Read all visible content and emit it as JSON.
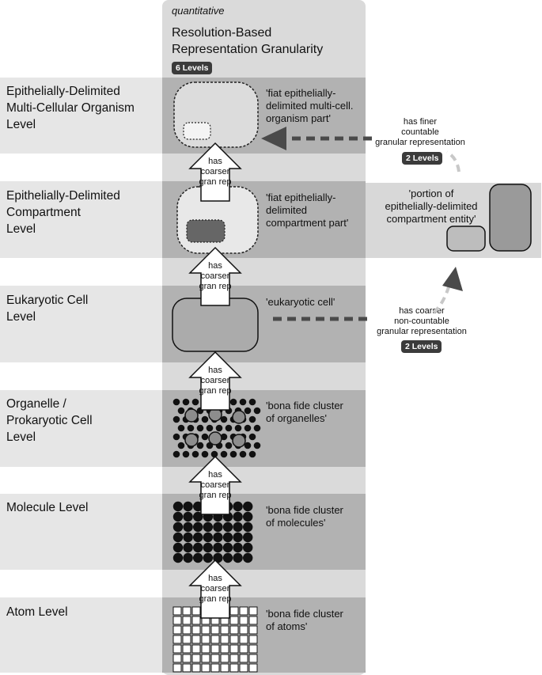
{
  "header": {
    "subtitle": "quantitative",
    "title_line1": "Resolution-Based",
    "title_line2": "Representation Granularity",
    "levels_badge": "6 Levels"
  },
  "levels": [
    {
      "name_lines": [
        "Epithelially-Delimited",
        "Multi-Cellular Organism",
        "Level"
      ],
      "quote_lines": [
        "'fiat epithelially-",
        "delimited multi-cell.",
        "organism part'"
      ]
    },
    {
      "name_lines": [
        "Epithelially-Delimited",
        "Compartment",
        "Level"
      ],
      "quote_lines": [
        "'fiat epithelially-",
        "delimited",
        "compartment part'"
      ]
    },
    {
      "name_lines": [
        "Eukaryotic Cell",
        "Level"
      ],
      "quote_lines": [
        "'eukaryotic cell'"
      ]
    },
    {
      "name_lines": [
        "Organelle /",
        "Prokaryotic Cell",
        "Level"
      ],
      "quote_lines": [
        "'bona fide cluster",
        "of organelles'"
      ]
    },
    {
      "name_lines": [
        "Molecule Level"
      ],
      "quote_lines": [
        "'bona fide cluster",
        "of molecules'"
      ]
    },
    {
      "name_lines": [
        "Atom Level"
      ],
      "quote_lines": [
        "'bona fide cluster",
        "of atoms'"
      ]
    }
  ],
  "arrow_label_lines": [
    "has",
    "coarser",
    "gran rep"
  ],
  "side": {
    "portion_lines": [
      "'portion of",
      "epithelially-delimited",
      "compartment entity'"
    ],
    "finer_lines": [
      "has finer",
      "countable",
      "granular representation"
    ],
    "finer_badge": "2 Levels",
    "coarser_lines": [
      "has coarser",
      "non-countable",
      "granular representation"
    ],
    "coarser_badge": "2 Levels"
  }
}
